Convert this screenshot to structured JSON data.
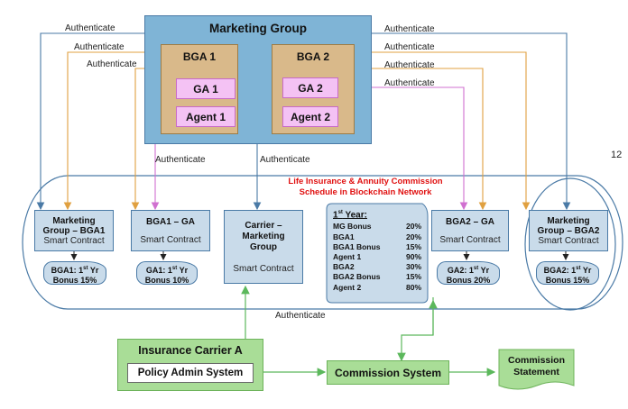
{
  "colors": {
    "container_blue": "#7fb4d6",
    "box_blue": "#c9dbea",
    "bga_tan": "#d9b98a",
    "ga_pink": "#f4c2f4",
    "green": "#a9dd97",
    "arrow_blue": "#4a7aa6",
    "arrow_orange": "#e0a040",
    "arrow_pink": "#d070d0",
    "arrow_green": "#5cb85c",
    "title_red": "#e01010"
  },
  "page_number": "12",
  "auth_label": "Authenticate",
  "marketing_group": {
    "title": "Marketing Group",
    "bga1": {
      "title": "BGA 1",
      "ga": "GA 1",
      "agent": "Agent 1"
    },
    "bga2": {
      "title": "BGA 2",
      "ga": "GA 2",
      "agent": "Agent 2"
    }
  },
  "network_title": [
    "Life Insurance & Annuity Commission",
    "Schedule in Blockchain Network"
  ],
  "contracts": {
    "mg_bga1": {
      "title": [
        "Marketing",
        "Group – BGA1"
      ],
      "sub": "Smart Contract",
      "bonus": [
        "BGA1: 1st Yr",
        "Bonus 15%"
      ]
    },
    "bga1_ga": {
      "title": [
        "BGA1 – GA"
      ],
      "sub": "Smart Contract",
      "bonus": [
        "GA1: 1st Yr",
        "Bonus 10%"
      ]
    },
    "carrier_mg": {
      "title": [
        "Carrier –",
        "Marketing",
        "Group"
      ],
      "sub": "Smart Contract"
    },
    "bga2_ga": {
      "title": [
        "BGA2 – GA"
      ],
      "sub": "Smart Contract",
      "bonus": [
        "GA2: 1st Yr",
        "Bonus 20%"
      ]
    },
    "mg_bga2": {
      "title": [
        "Marketing",
        "Group – BGA2"
      ],
      "sub": "Smart Contract",
      "bonus": [
        "BGA2: 1st Yr",
        "Bonus 15%"
      ]
    }
  },
  "schedule": {
    "heading": "1st Year:",
    "rows": [
      {
        "name": "MG Bonus",
        "pct": "20%"
      },
      {
        "name": "BGA1",
        "pct": "20%"
      },
      {
        "name": "BGA1 Bonus",
        "pct": "15%"
      },
      {
        "name": "Agent 1",
        "pct": "90%"
      },
      {
        "name": "BGA2",
        "pct": "30%"
      },
      {
        "name": "BGA2 Bonus",
        "pct": "15%"
      },
      {
        "name": "Agent 2",
        "pct": "80%"
      }
    ]
  },
  "carrier": {
    "title": "Insurance Carrier A",
    "policy_system": "Policy Admin System"
  },
  "commission_system": "Commission System",
  "commission_statement": [
    "Commission",
    "Statement"
  ]
}
